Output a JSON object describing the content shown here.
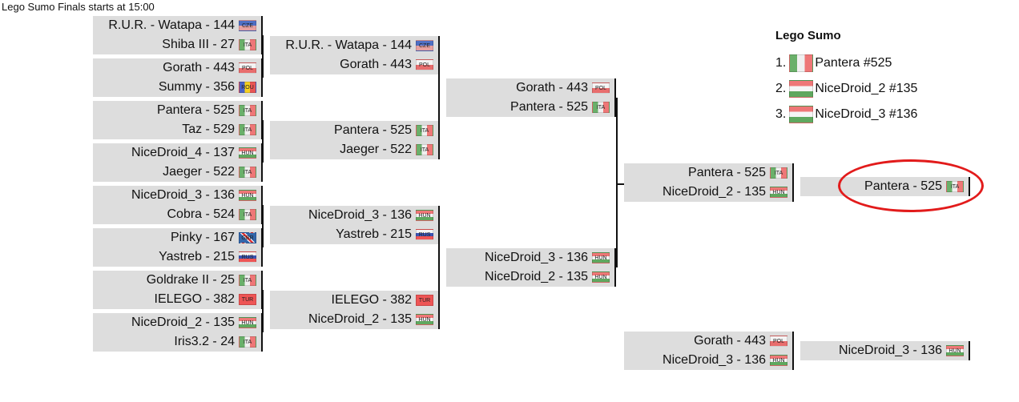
{
  "page_title": "Lego Sumo Finals starts at 15:00",
  "flags": {
    "CZE": "linear-gradient(#4f6fc4 0 50%, #e7a0a0 50% 100%)",
    "ITA": "linear-gradient(90deg,#6ab06a 0 33%,#f0f0f0 33% 66%,#e77 66% 100%)",
    "POL": "linear-gradient(#f4f4f4 0 50%,#e86d6d 50% 100%)",
    "ROU": "linear-gradient(90deg,#4a62c6 0 33%,#f5d020 33% 66%,#e85555 66% 100%)",
    "HUN": "linear-gradient(#e77 0 33%,#f5f5f5 33% 66%,#5fa85f 66% 100%)",
    "GBR": "linear-gradient(45deg,#36a 0 40%,#fff 40% 45%,#d33 45% 55%,#fff 55% 60%,#36a 60% 100%)",
    "RUS": "linear-gradient(#f4f4f4 0 33%,#3b55b5 33% 66%,#e55 66% 100%)",
    "TUR": "linear-gradient(#e55 0 100%)"
  },
  "round1": [
    {
      "t": "R.U.R. - Watapa - 144",
      "f": "CZE"
    },
    {
      "t": "Shiba III - 27",
      "f": "ITA"
    },
    {
      "t": "Gorath - 443",
      "f": "POL"
    },
    {
      "t": "Summy - 356",
      "f": "ROU"
    },
    {
      "t": "Pantera - 525",
      "f": "ITA"
    },
    {
      "t": "Taz - 529",
      "f": "ITA"
    },
    {
      "t": "NiceDroid_4 - 137",
      "f": "HUN"
    },
    {
      "t": "Jaeger - 522",
      "f": "ITA"
    },
    {
      "t": "NiceDroid_3 - 136",
      "f": "HUN"
    },
    {
      "t": "Cobra - 524",
      "f": "ITA"
    },
    {
      "t": "Pinky - 167",
      "f": "GBR"
    },
    {
      "t": "Yastreb - 215",
      "f": "RUS"
    },
    {
      "t": "Goldrake II - 25",
      "f": "ITA"
    },
    {
      "t": "IELEGO - 382",
      "f": "TUR"
    },
    {
      "t": "NiceDroid_2 - 135",
      "f": "HUN"
    },
    {
      "t": "Iris3.2 - 24",
      "f": "ITA"
    }
  ],
  "round2": [
    {
      "t": "R.U.R. - Watapa - 144",
      "f": "CZE"
    },
    {
      "t": "Gorath - 443",
      "f": "POL"
    },
    {
      "t": "Pantera - 525",
      "f": "ITA"
    },
    {
      "t": "Jaeger - 522",
      "f": "ITA"
    },
    {
      "t": "NiceDroid_3 - 136",
      "f": "HUN"
    },
    {
      "t": "Yastreb - 215",
      "f": "RUS"
    },
    {
      "t": "IELEGO - 382",
      "f": "TUR"
    },
    {
      "t": "NiceDroid_2 - 135",
      "f": "HUN"
    }
  ],
  "round3": [
    {
      "t": "Gorath - 443",
      "f": "POL"
    },
    {
      "t": "Pantera - 525",
      "f": "ITA"
    },
    {
      "t": "NiceDroid_3 - 136",
      "f": "HUN"
    },
    {
      "t": "NiceDroid_2 - 135",
      "f": "HUN"
    }
  ],
  "final": [
    {
      "t": "Pantera - 525",
      "f": "ITA"
    },
    {
      "t": "NiceDroid_2 - 135",
      "f": "HUN"
    }
  ],
  "winner": {
    "t": "Pantera - 525",
    "f": "ITA"
  },
  "third_place_match": [
    {
      "t": "Gorath - 443",
      "f": "POL"
    },
    {
      "t": "NiceDroid_3 - 136",
      "f": "HUN"
    }
  ],
  "third_place_winner": {
    "t": "NiceDroid_3 - 136",
    "f": "HUN"
  },
  "legend": {
    "title": "Lego Sumo",
    "items": [
      {
        "rank": "1.",
        "name": "Pantera #525",
        "f": "ITA"
      },
      {
        "rank": "2.",
        "name": "NiceDroid_2 #135",
        "f": "HUN"
      },
      {
        "rank": "3.",
        "name": "NiceDroid_3 #136",
        "f": "HUN"
      }
    ]
  }
}
